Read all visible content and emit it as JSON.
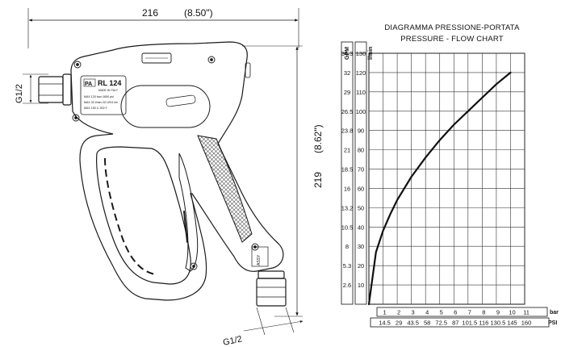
{
  "drawing": {
    "width_dim": "216",
    "width_dim_inch": "(8.50\")",
    "height_dim": "219",
    "height_dim_inch": "(8.62\")",
    "thread_top": "G1/2",
    "thread_bottom": "G1/2",
    "plate": {
      "brand": "PA",
      "model": "RL 124",
      "made_in": "MADE IN ITALY",
      "line1": "MAX 120 bar=1650 psi",
      "line2": "MAX 30 l/min=32 USG.l/m",
      "line3": "MAX 150 C-302 F"
    }
  },
  "chart_data": {
    "type": "line",
    "title": "DIAGRAMMA PRESSIONE-PORTATA",
    "subtitle": "PRESSURE - FLOW CHART",
    "x_unit": "bar",
    "x_unit_secondary": "PSI",
    "y_unit": "l/min",
    "y_unit_secondary": "GPM",
    "x_ticks": [
      "1",
      "2",
      "3",
      "4",
      "5",
      "6",
      "7",
      "8",
      "9",
      "10",
      "11"
    ],
    "x_ticks_secondary": [
      "14.5",
      "29",
      "43.5",
      "58",
      "72.5",
      "87",
      "101.5",
      "116",
      "130.5",
      "145",
      "160"
    ],
    "y_ticks": [
      "10",
      "20",
      "30",
      "40",
      "50",
      "60",
      "70",
      "80",
      "90",
      "100",
      "110",
      "120",
      "130"
    ],
    "y_ticks_secondary": [
      "2.6",
      "5.3",
      "8",
      "10.5",
      "13.2",
      "16",
      "18.5",
      "21",
      "23.8",
      "26.5",
      "29",
      "32",
      "34.3"
    ],
    "xlim": [
      0,
      11
    ],
    "ylim": [
      0,
      130
    ],
    "grid": true,
    "series": [
      {
        "x": [
          0,
          0.5,
          1,
          1.5,
          2,
          3,
          4,
          5,
          6,
          7,
          8,
          9,
          10
        ],
        "y": [
          0,
          27,
          38,
          46.5,
          54,
          66,
          76,
          85,
          93,
          100,
          107,
          114,
          120
        ]
      }
    ]
  }
}
